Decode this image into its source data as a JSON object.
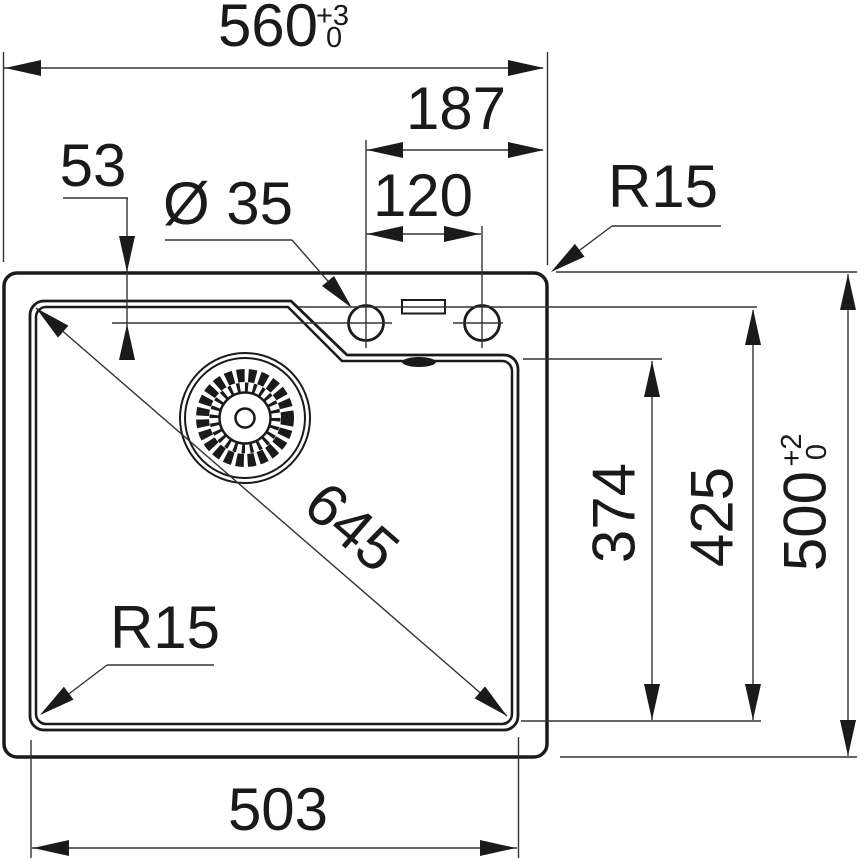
{
  "drawing": {
    "type": "sink installation technical drawing",
    "line_color": "#1a1a1a",
    "background_color": "#ffffff",
    "dimensions": {
      "overall_width": {
        "value": "560",
        "tol_plus": "+3",
        "tol_minus": "0"
      },
      "overall_depth": {
        "value": "500",
        "tol_plus": "+2",
        "tol_minus": "0"
      },
      "tap_ledge_width": {
        "value": "187"
      },
      "tap_hole_spacing": {
        "value": "120"
      },
      "tap_hole_offset": {
        "value": "53"
      },
      "tap_hole_diameter": {
        "value": "Ø 35"
      },
      "outer_corner_radius": {
        "value": "R15"
      },
      "bowl_corner_radius": {
        "value": "R15"
      },
      "bowl_diagonal": {
        "value": "645"
      },
      "bowl_width": {
        "value": "503"
      },
      "bowl_depth_front": {
        "value": "374"
      },
      "bowl_depth_back": {
        "value": "425"
      }
    }
  }
}
